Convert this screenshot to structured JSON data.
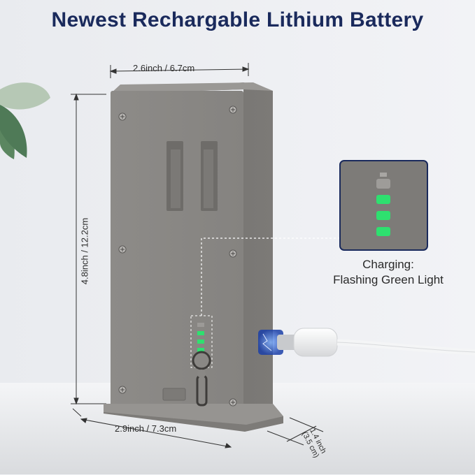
{
  "title": "Newest Rechargable Lithium Battery",
  "dimensions": {
    "width_top": "2.6inch / 6.7cm",
    "width_bottom": "2.9inch / 7.3cm",
    "height": "4.8inch / 12.2cm",
    "depth_line1": "1.4 inch",
    "depth_line2": "(3.5 cm)"
  },
  "callout": {
    "line1": "Charging:",
    "line2": "Flashing Green Light"
  },
  "colors": {
    "title": "#1a2a5c",
    "battery_body": "#8c8a87",
    "indicator_green": "#2ee06f",
    "callout_border": "#1a2a5c"
  },
  "indicator": {
    "lit_segments": 3,
    "total_segments": 4
  }
}
